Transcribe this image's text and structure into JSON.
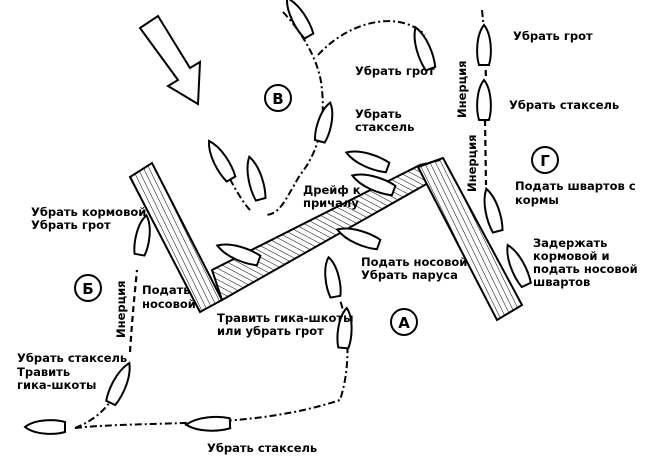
{
  "markers": {
    "a": "А",
    "b": "Б",
    "v": "В",
    "g": "Г"
  },
  "labels": {
    "ubrat_grot_top": "Убрать грот",
    "ubrat_staksel_top": "Убрать стаксель",
    "podat_shvartov_line1": "Подать швартов с",
    "podat_shvartov_line2": "кормы",
    "zaderzhat_line1": "Задержать",
    "zaderzhat_line2": "кормовой и",
    "zaderzhat_line3": "подать носовой",
    "zaderzhat_line4": "швартов",
    "v_ubrat_grot": "Убрать грот",
    "v_ubrat_line1": "Убрать",
    "v_ubrat_line2": "стаксель",
    "dreif_line1": "Дрейф к",
    "dreif_line2": "причалу",
    "podat_nosovoy_line1": "Подать носовой",
    "podat_nosovoy_line2": "Убрать паруса",
    "travit_line1": "Травить гика-шкоты",
    "travit_line2": "или убрать грот",
    "b_kormovoy_line1": "Убрать кормовой",
    "b_kormovoy_line2": "Убрать грот",
    "b_podat_line1": "Подать",
    "b_podat_line2": "носовой",
    "b_staksel_line1": "Убрать стаксель",
    "b_staksel_line2": "Травить",
    "b_staksel_line3": "гика-шкоты",
    "bottom_staksel": "Убрать стаксель",
    "inertia": "Инерция"
  },
  "icons": {
    "wind": "wind-arrow-icon"
  }
}
